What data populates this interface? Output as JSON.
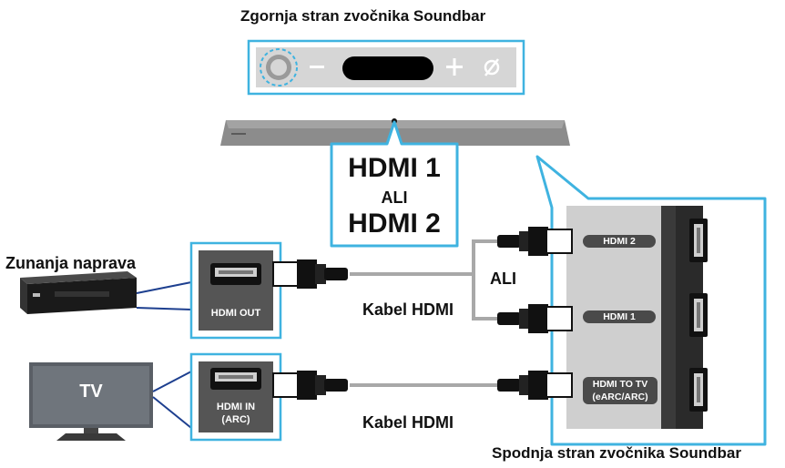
{
  "top_caption": "Zgornja stran zvočnika Soundbar",
  "bottom_caption": "Spodnja stran zvočnika Soundbar",
  "callout": {
    "line1": "HDMI 1",
    "or": "ALI",
    "line2": "HDMI 2"
  },
  "external_device_label": "Zunanja naprava",
  "tv_label": "TV",
  "device_port_label": "HDMI OUT",
  "tv_port_label_line1": "HDMI IN",
  "tv_port_label_line2": "(ARC)",
  "cable_label_top": "Kabel HDMI",
  "cable_label_bottom": "Kabel HDMI",
  "or_label": "ALI",
  "soundbar_ports": [
    {
      "label": "HDMI 2"
    },
    {
      "label": "HDMI 1"
    },
    {
      "label_line1": "HDMI TO TV",
      "label_line2": "(eARC/ARC)"
    }
  ],
  "panel_buttons": {
    "minus": "−",
    "plus": "+",
    "mic_off": "⌀"
  },
  "colors": {
    "accent_blue": "#3fb3e0",
    "dark_blue": "#1d3f8f",
    "panel_gray": "#d9d9d9",
    "cable_gray": "#a8a8a8"
  }
}
